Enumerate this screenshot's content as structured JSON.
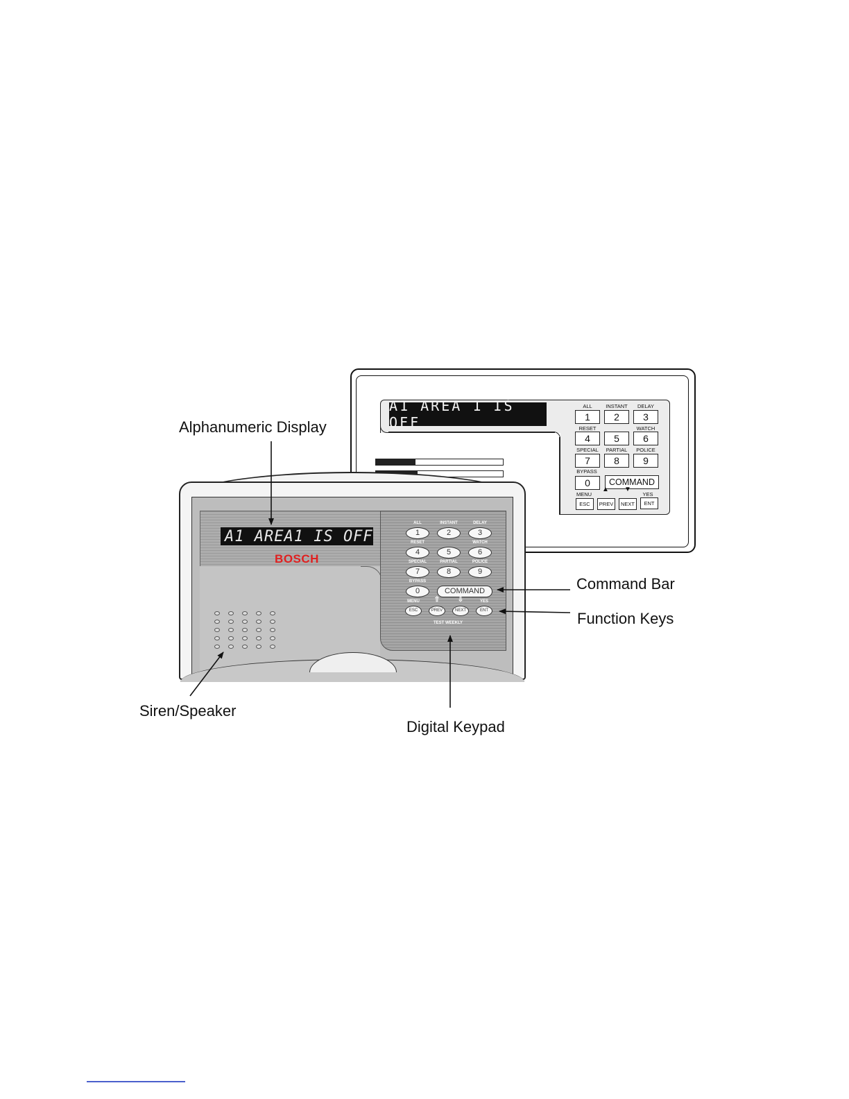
{
  "back_keypad": {
    "display_text": "A1 AREA 1 IS OFF",
    "keys": [
      {
        "label": "ALL",
        "key": "1"
      },
      {
        "label": "INSTANT",
        "key": "2"
      },
      {
        "label": "DELAY",
        "key": "3"
      },
      {
        "label": "RESET",
        "key": "4"
      },
      {
        "label": "",
        "key": "5"
      },
      {
        "label": "WATCH",
        "key": "6"
      },
      {
        "label": "SPECIAL",
        "key": "7"
      },
      {
        "label": "PARTIAL",
        "key": "8"
      },
      {
        "label": "POLICE",
        "key": "9"
      },
      {
        "label": "BYPASS",
        "key": "0"
      }
    ],
    "command_key": "COMMAND",
    "function_labels": {
      "menu": "MENU",
      "yes": "YES"
    },
    "function_keys": {
      "esc": "ESC",
      "prev": "PREV",
      "next": "NEXT",
      "ent": "ENT"
    },
    "arrow_up": "▲",
    "arrow_down": "▼"
  },
  "front_keypad": {
    "display_text": "A1 AREA1 IS OFF",
    "brand": "BOSCH",
    "keys": [
      {
        "label": "ALL",
        "key": "1"
      },
      {
        "label": "INSTANT",
        "key": "2"
      },
      {
        "label": "DELAY",
        "key": "3"
      },
      {
        "label": "RESET",
        "key": "4"
      },
      {
        "label": "",
        "key": "5"
      },
      {
        "label": "WATCH",
        "key": "6"
      },
      {
        "label": "SPECIAL",
        "key": "7"
      },
      {
        "label": "PARTIAL",
        "key": "8"
      },
      {
        "label": "POLICE",
        "key": "9"
      },
      {
        "label": "BYPASS",
        "key": "0"
      }
    ],
    "command_key": "COMMAND",
    "function_labels": {
      "menu": "MENU",
      "yes": "YES"
    },
    "function_keys": {
      "esc": "ESC",
      "prev": "PREV",
      "next": "NEXT",
      "ent": "ENT"
    },
    "arrow_up": "⇧",
    "arrow_down": "⇩",
    "footer_label": "TEST WEEKLY"
  },
  "callouts": {
    "alphanumeric_display": "Alphanumeric Display",
    "command_bar": "Command Bar",
    "function_keys": "Function Keys",
    "siren_speaker": "Siren/Speaker",
    "digital_keypad": "Digital Keypad"
  }
}
